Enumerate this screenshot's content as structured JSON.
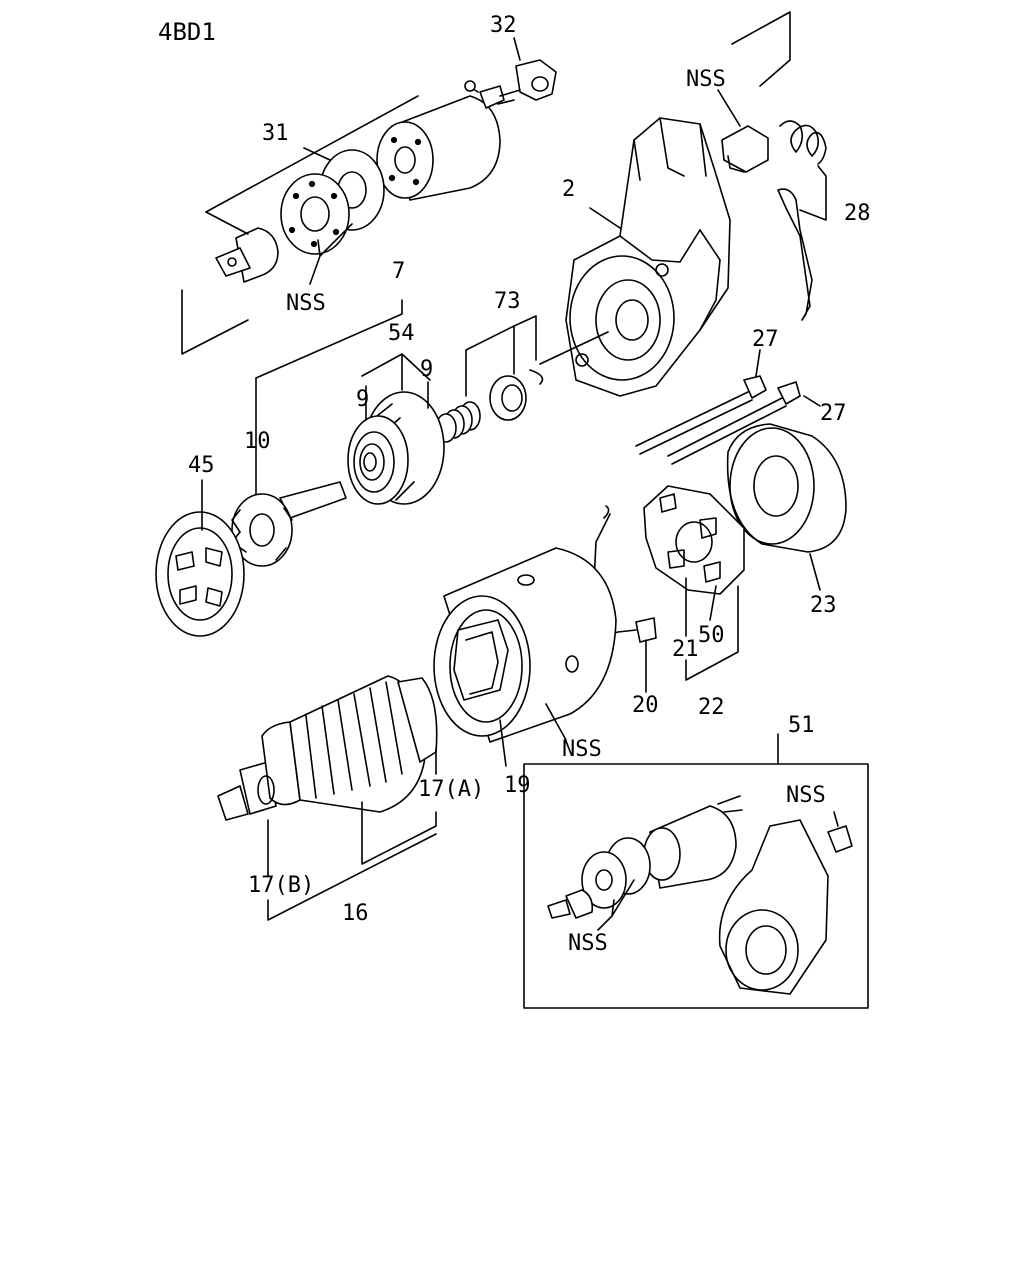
{
  "model": "4BD1",
  "callouts": {
    "p32": "32",
    "nss_top": "NSS",
    "p31": "31",
    "p2": "2",
    "p28": "28",
    "nss_solenoid": "NSS",
    "p7": "7",
    "p73": "73",
    "p54": "54",
    "p9a": "9",
    "p9b": "9",
    "p10": "10",
    "p27a": "27",
    "p27b": "27",
    "p45": "45",
    "p23": "23",
    "p21": "21",
    "p50": "50",
    "p22": "22",
    "p20": "20",
    "p19": "19",
    "nss_yoke": "NSS",
    "p17a": "17(A)",
    "p17b": "17(B)",
    "p16": "16",
    "p51": "51",
    "nss_kit_top": "NSS",
    "nss_kit_bottom": "NSS"
  }
}
